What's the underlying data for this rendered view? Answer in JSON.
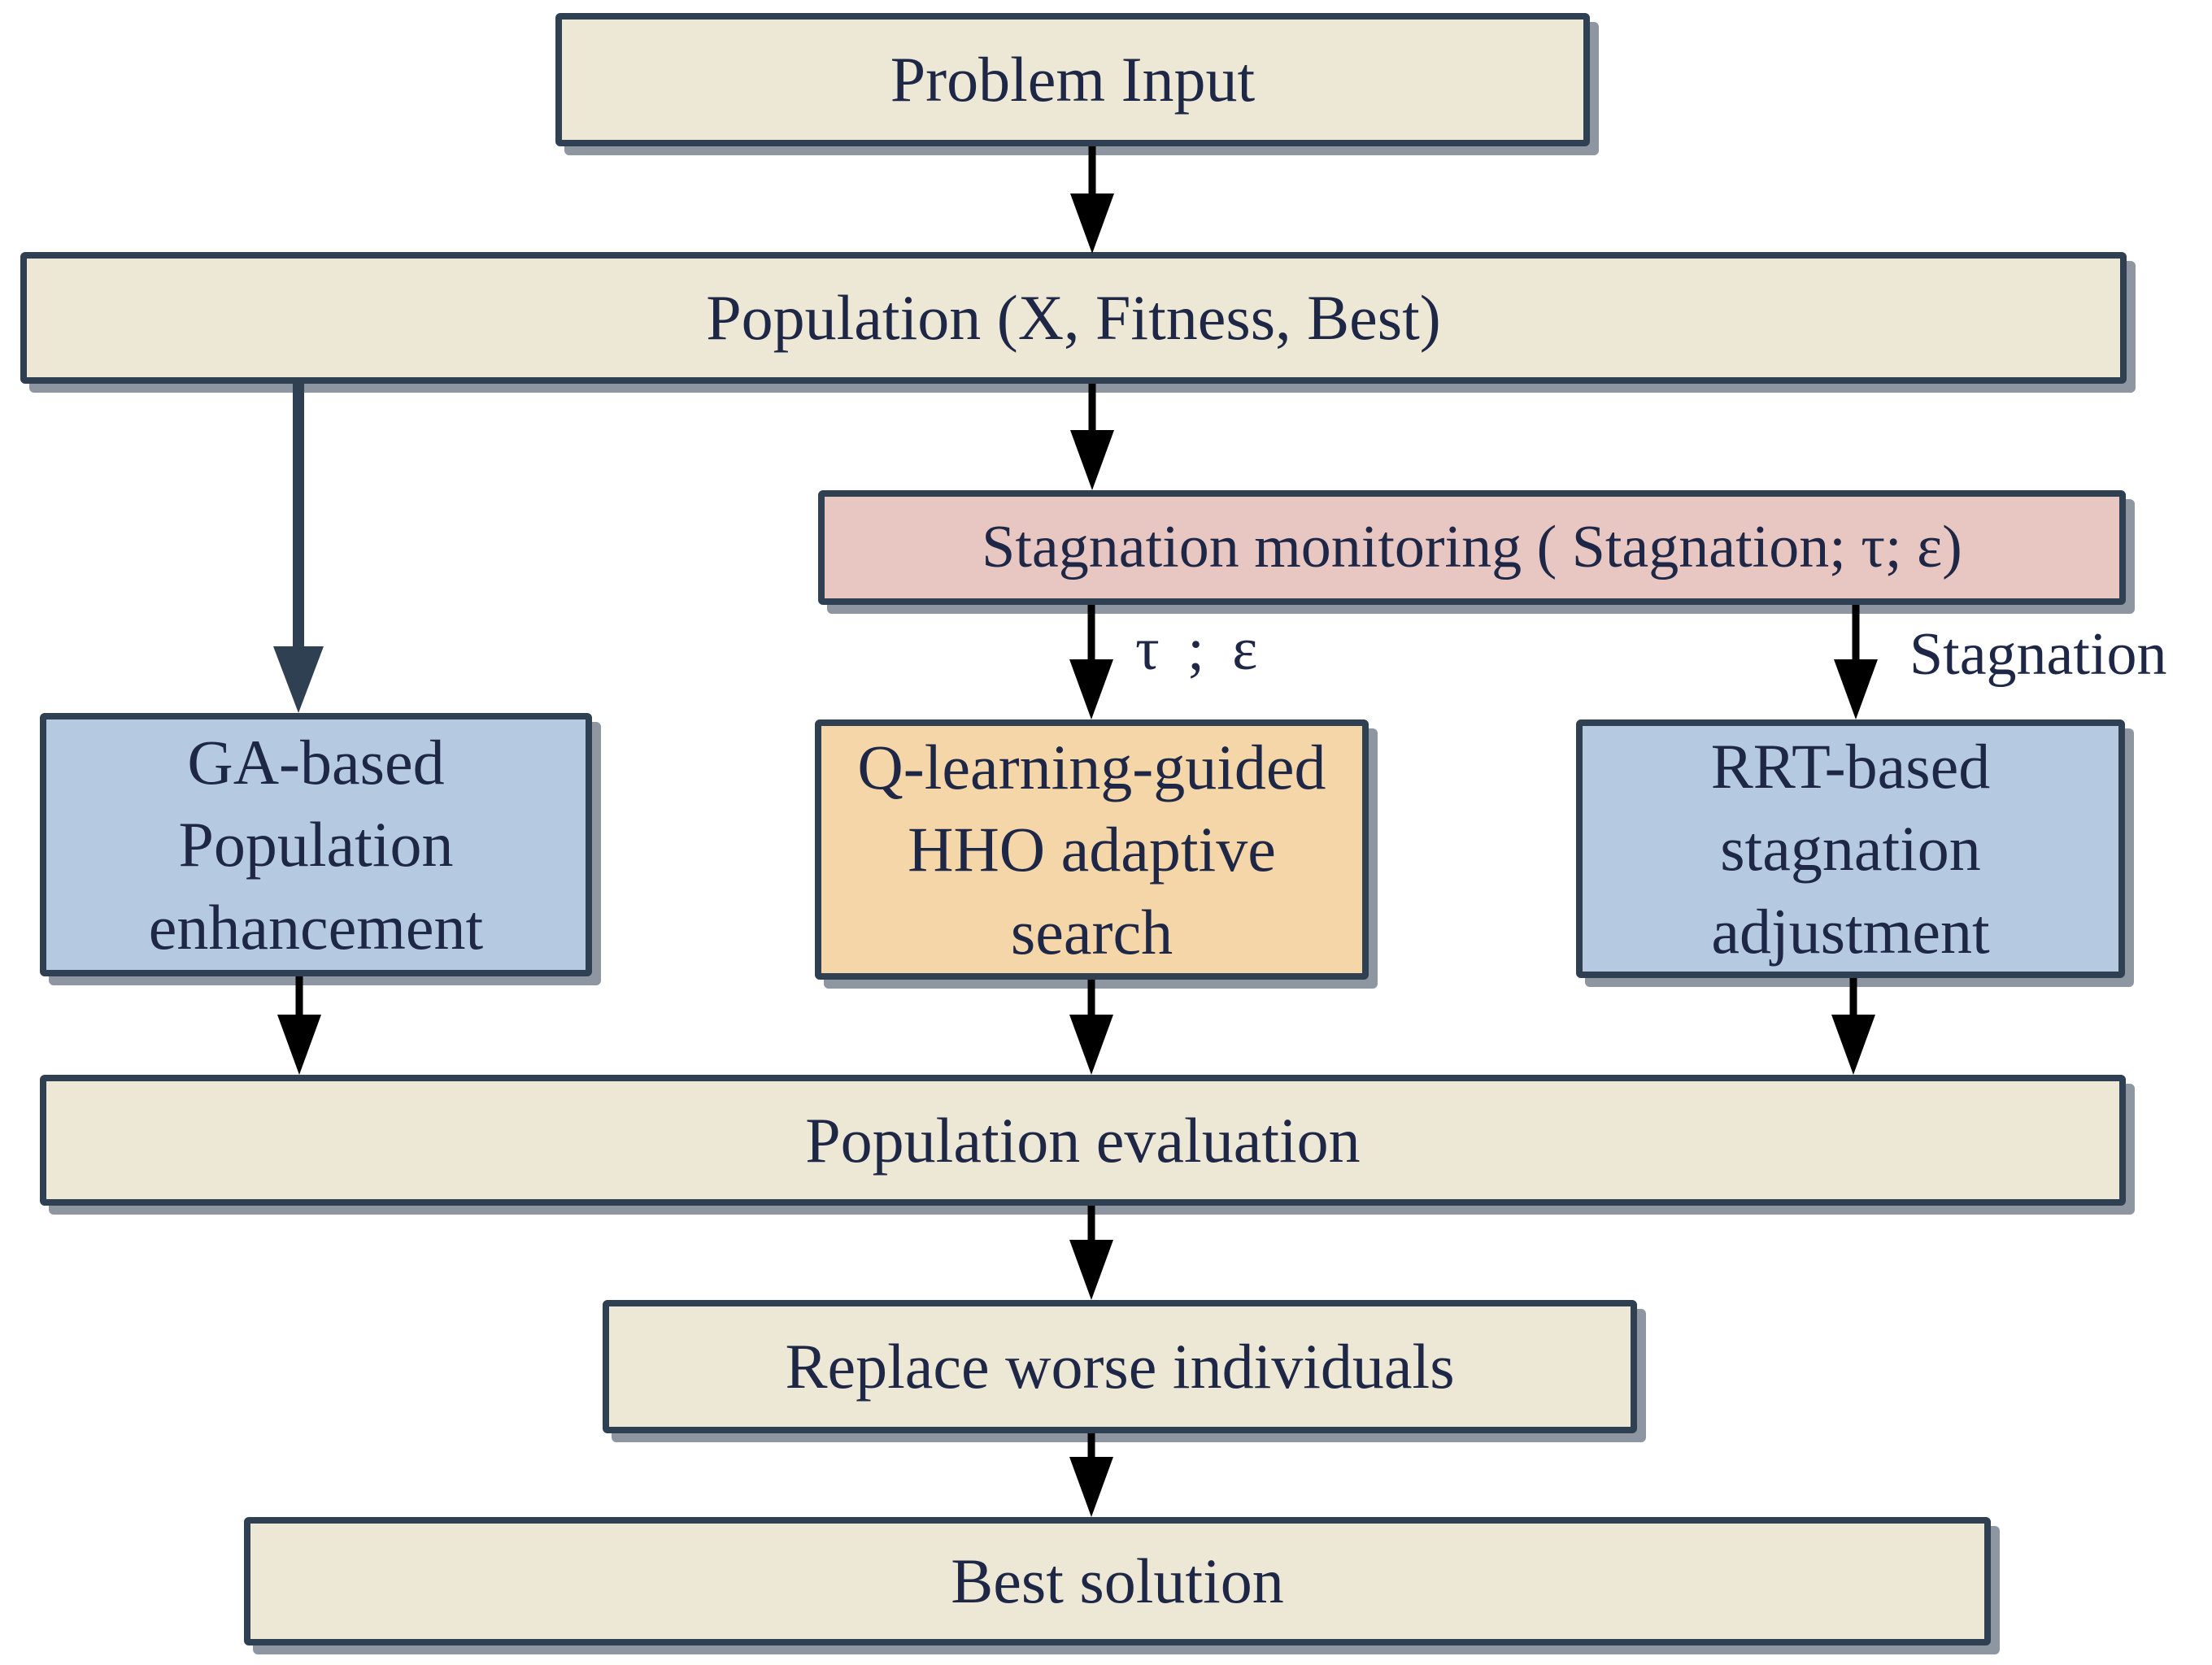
{
  "diagram": {
    "title": "Algorithm flowchart",
    "colors": {
      "background": "#FFFFFF",
      "border": "#2F4053",
      "text": "#1F2747",
      "fill_beige": "#EDE8D6",
      "fill_pink": "#E8C6C1",
      "fill_blue": "#B5CAE0",
      "fill_orange": "#F4D6A8",
      "arrow_black": "#000000",
      "arrow_navy": "#2F4053"
    },
    "nodes": {
      "problem_input": {
        "label": "Problem Input",
        "fill": "#EDE8D6"
      },
      "population": {
        "label": "Population (X, Fitness, Best)",
        "fill": "#EDE8D6"
      },
      "stagnation_monitoring": {
        "label": "Stagnation monitoring ( Stagnation; τ; ε)",
        "fill": "#E8C6C1"
      },
      "ga_enhancement": {
        "label": "GA-based Population enhancement",
        "fill": "#B5CAE0"
      },
      "q_learning_hho": {
        "label": "Q-learning-guided HHO adaptive search",
        "fill": "#F4D6A8"
      },
      "rrt_adjustment": {
        "label": "RRT-based stagnation adjustment",
        "fill": "#B5CAE0"
      },
      "population_evaluation": {
        "label": "Population evaluation",
        "fill": "#EDE8D6"
      },
      "replace_worse": {
        "label": "Replace worse individuals",
        "fill": "#EDE8D6"
      },
      "best_solution": {
        "label": "Best solution",
        "fill": "#EDE8D6"
      }
    },
    "edge_labels": {
      "tau_epsilon": "τ ; ε",
      "stagnation": "Stagnation"
    },
    "edges": [
      {
        "from": "problem_input",
        "to": "population",
        "label": ""
      },
      {
        "from": "population",
        "to": "stagnation_monitoring",
        "label": ""
      },
      {
        "from": "population",
        "to": "ga_enhancement",
        "label": ""
      },
      {
        "from": "stagnation_monitoring",
        "to": "q_learning_hho",
        "label": "τ ; ε"
      },
      {
        "from": "stagnation_monitoring",
        "to": "rrt_adjustment",
        "label": "Stagnation"
      },
      {
        "from": "ga_enhancement",
        "to": "population_evaluation",
        "label": ""
      },
      {
        "from": "q_learning_hho",
        "to": "population_evaluation",
        "label": ""
      },
      {
        "from": "rrt_adjustment",
        "to": "population_evaluation",
        "label": ""
      },
      {
        "from": "population_evaluation",
        "to": "replace_worse",
        "label": ""
      },
      {
        "from": "replace_worse",
        "to": "best_solution",
        "label": ""
      }
    ]
  }
}
